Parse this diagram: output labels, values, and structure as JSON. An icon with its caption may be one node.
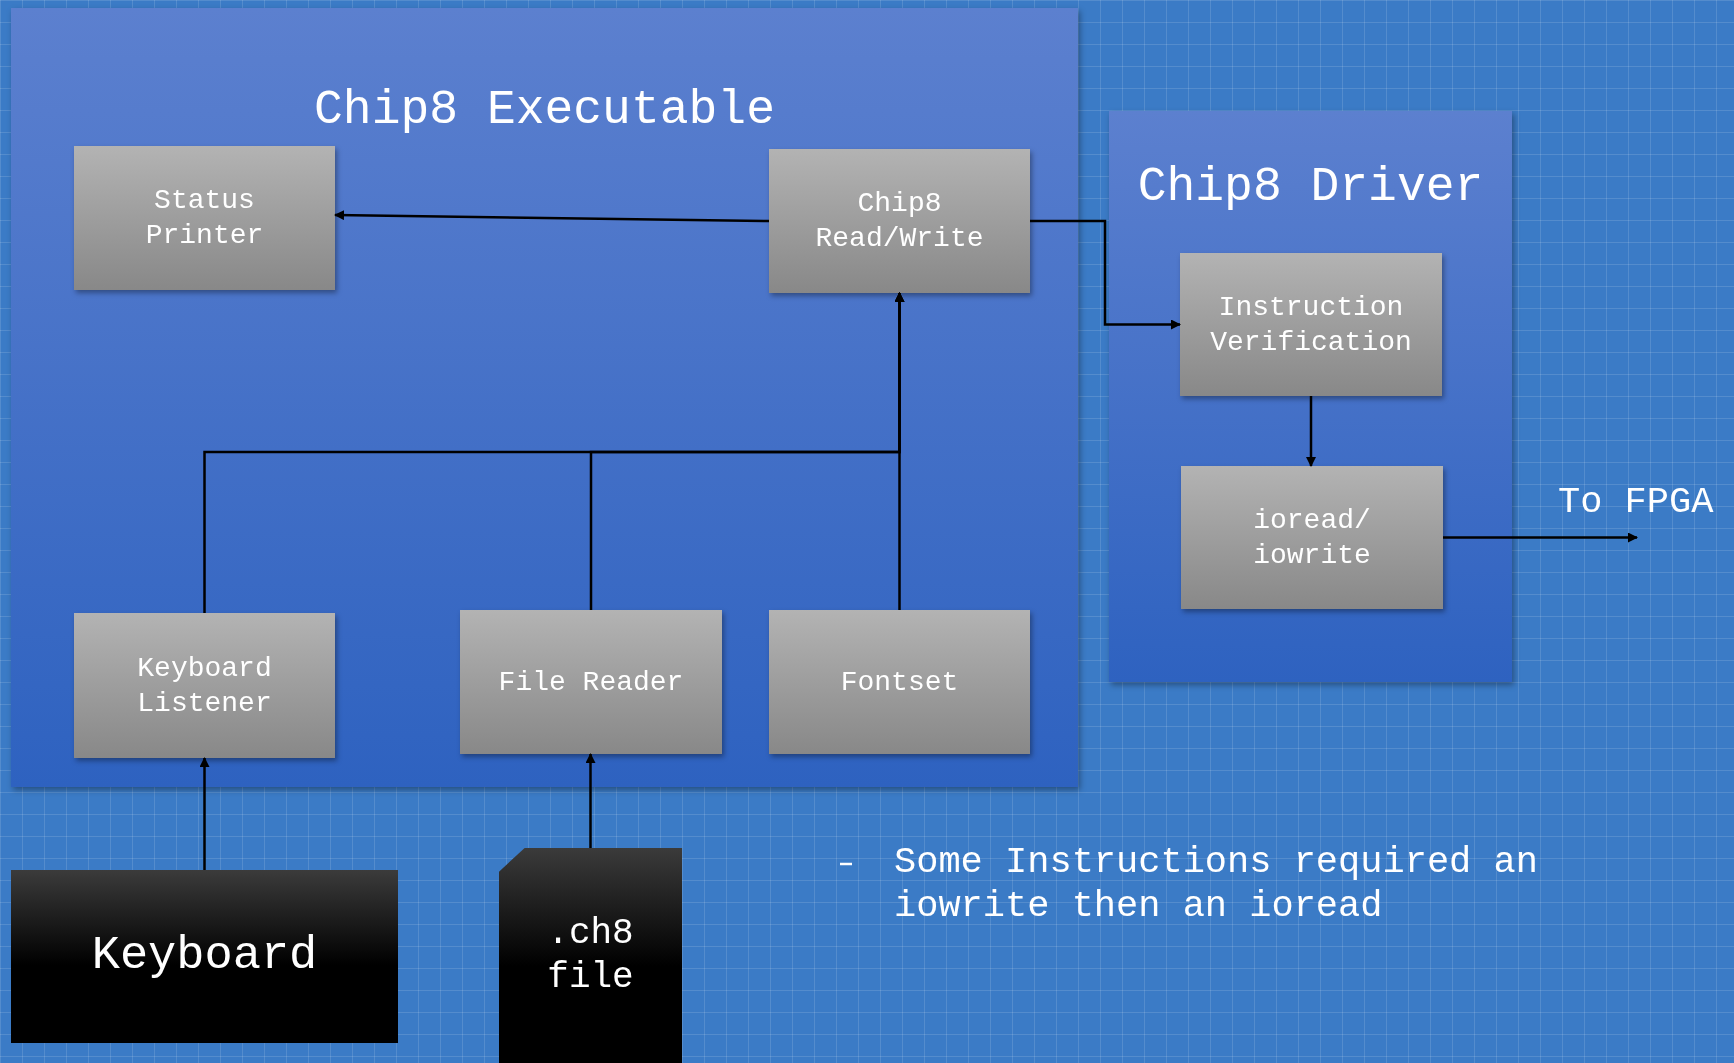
{
  "diagram": {
    "nodes": [
      {
        "text": [
          "Chip8 Executable"
        ]
      },
      {
        "text": [
          "Status Printer"
        ],
        "in": 0
      },
      {
        "text": [
          "Chip8 Read/Write"
        ],
        "in": 0
      },
      {
        "text": [
          "Keyboard Listener"
        ],
        "in": 0
      },
      {
        "text": [
          "File Reader"
        ],
        "in": 0
      },
      {
        "text": [
          "Fontset"
        ],
        "in": 0
      },
      {
        "text": [
          "Chip8 Driver"
        ]
      },
      {
        "text": [
          "Instruction Verification"
        ],
        "in": 6
      },
      {
        "text": [
          "ioread/ iowrite"
        ],
        "in": 6
      },
      {
        "text": [
          "Keyboard"
        ]
      },
      {
        "text": [
          ".ch8 file"
        ]
      },
      {
        "text": [
          "To FPGA"
        ]
      }
    ],
    "edges": [
      {
        "from": 2,
        "to": 1,
        "arrow": "to"
      },
      {
        "from": 2,
        "to": 7,
        "arrow": "to"
      },
      {
        "from": 7,
        "to": 8,
        "arrow": "to"
      },
      {
        "from": 8,
        "to": 11,
        "arrow": "to"
      },
      {
        "from": 3,
        "to": 2,
        "arrow": "to"
      },
      {
        "from": 4,
        "to": 2,
        "arrow": "to"
      },
      {
        "from": 5,
        "to": 2,
        "arrow": "to"
      },
      {
        "from": 9,
        "to": 3,
        "arrow": "to"
      },
      {
        "from": 10,
        "to": 4,
        "arrow": "to"
      }
    ],
    "labels": [
      "Some Instructions required an iowrite then an ioread"
    ]
  }
}
